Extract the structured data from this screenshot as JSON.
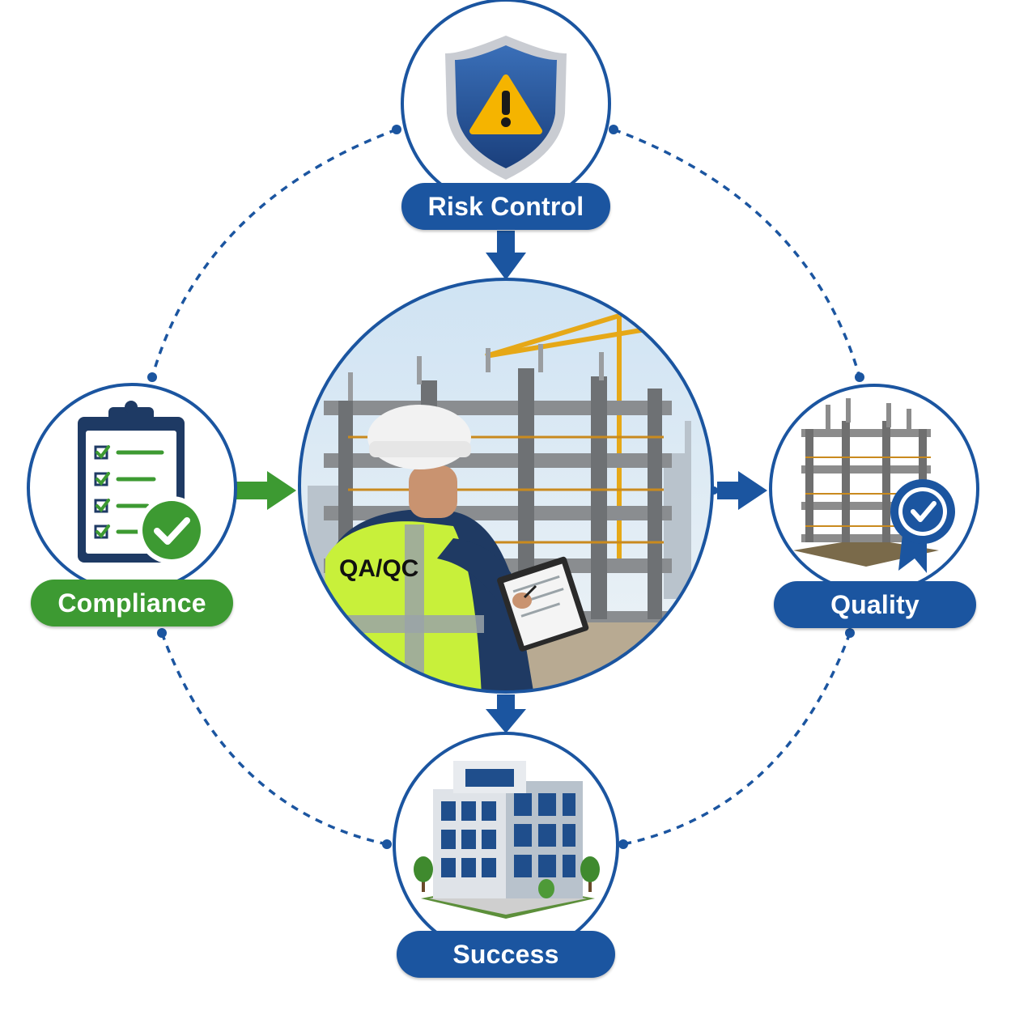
{
  "nodes": {
    "top": {
      "label": "Risk Control",
      "icon": "shield-warning-icon"
    },
    "left": {
      "label": "Compliance",
      "icon": "clipboard-checklist-icon"
    },
    "right": {
      "label": "Quality",
      "icon": "building-badge-icon"
    },
    "bottom": {
      "label": "Success",
      "icon": "office-building-icon"
    }
  },
  "center": {
    "vest_label": "QA/QC",
    "icon": "inspector-construction-site-icon"
  },
  "colors": {
    "blue": "#1b55a0",
    "green": "#3d9a32",
    "amber": "#f5b400",
    "vest": "#c8f03a"
  }
}
